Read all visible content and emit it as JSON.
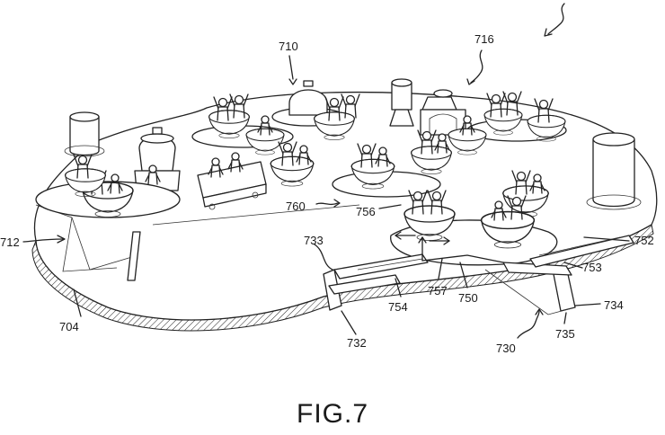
{
  "caption": "FIG.7",
  "labels": {
    "r704": "704",
    "r710": "710",
    "r712": "712",
    "r716": "716",
    "r730": "730",
    "r732": "732",
    "r733": "733",
    "r734": "734",
    "r735": "735",
    "r750": "750",
    "r752": "752",
    "r753": "753",
    "r754": "754",
    "r756": "756",
    "r757": "757",
    "r760": "760"
  }
}
